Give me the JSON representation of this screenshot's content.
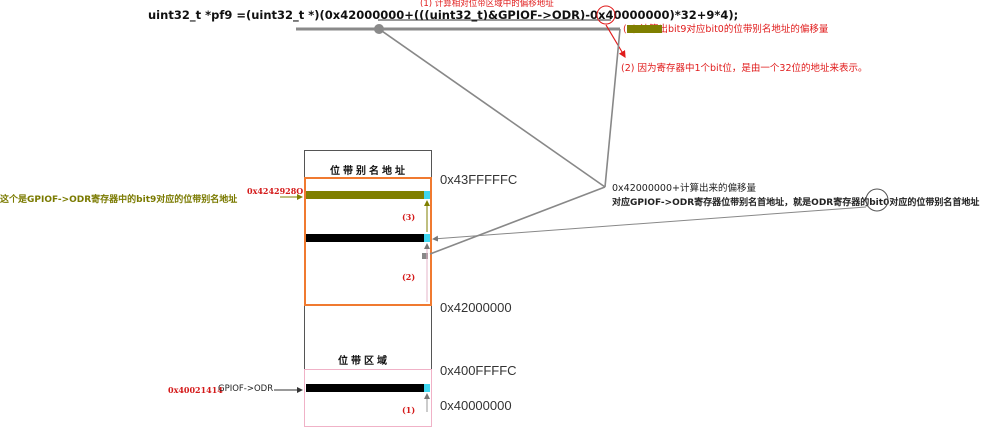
{
  "formula": "uint32_t *pf9 =(uint32_t *)(0x42000000+(((uint32_t)&GPIOF->ODR)-0x40000000)*32+9*4);",
  "annotations": {
    "a1": "(1) 计算相对位带区域中的偏移地址",
    "a2": "(2) 因为寄存器中1个bit位，是由一个32位的地址来表示。",
    "a3": "(3) 计算出bit9对应bit0的位带别名地址的偏移量",
    "right_line1": "0x42000000+计算出来的偏移量",
    "right_line2": "对应GPIOF->ODR寄存器位带别名首地址，就是ODR寄存器的bit0对应的位带别名首地址",
    "left_note": "这个是GPIOF->ODR寄存器中的bit9对应的位带别名地址",
    "alias_addr_value": "0x4242928O",
    "odr_addr_value": "0x40021414",
    "odr_label": "GPIOF->ODR"
  },
  "regions": {
    "alias_title": "位带别名地址",
    "bitband_title": "位带区域"
  },
  "addresses": {
    "alias_top": "0x43FFFFFC",
    "alias_base": "0x42000000",
    "bitband_top": "0x400FFFFC",
    "bitband_base": "0x40000000"
  },
  "steps": {
    "s1": "(1)",
    "s2": "(2)",
    "s3": "(3)"
  },
  "colors": {
    "olive": "#7f7f00",
    "black_bar": "#000000",
    "cyan_bit": "#3fd6ef",
    "alias_border": "#f07a30",
    "bitband_border": "#f0b2c7",
    "annotation_red": "#e01b1b"
  }
}
